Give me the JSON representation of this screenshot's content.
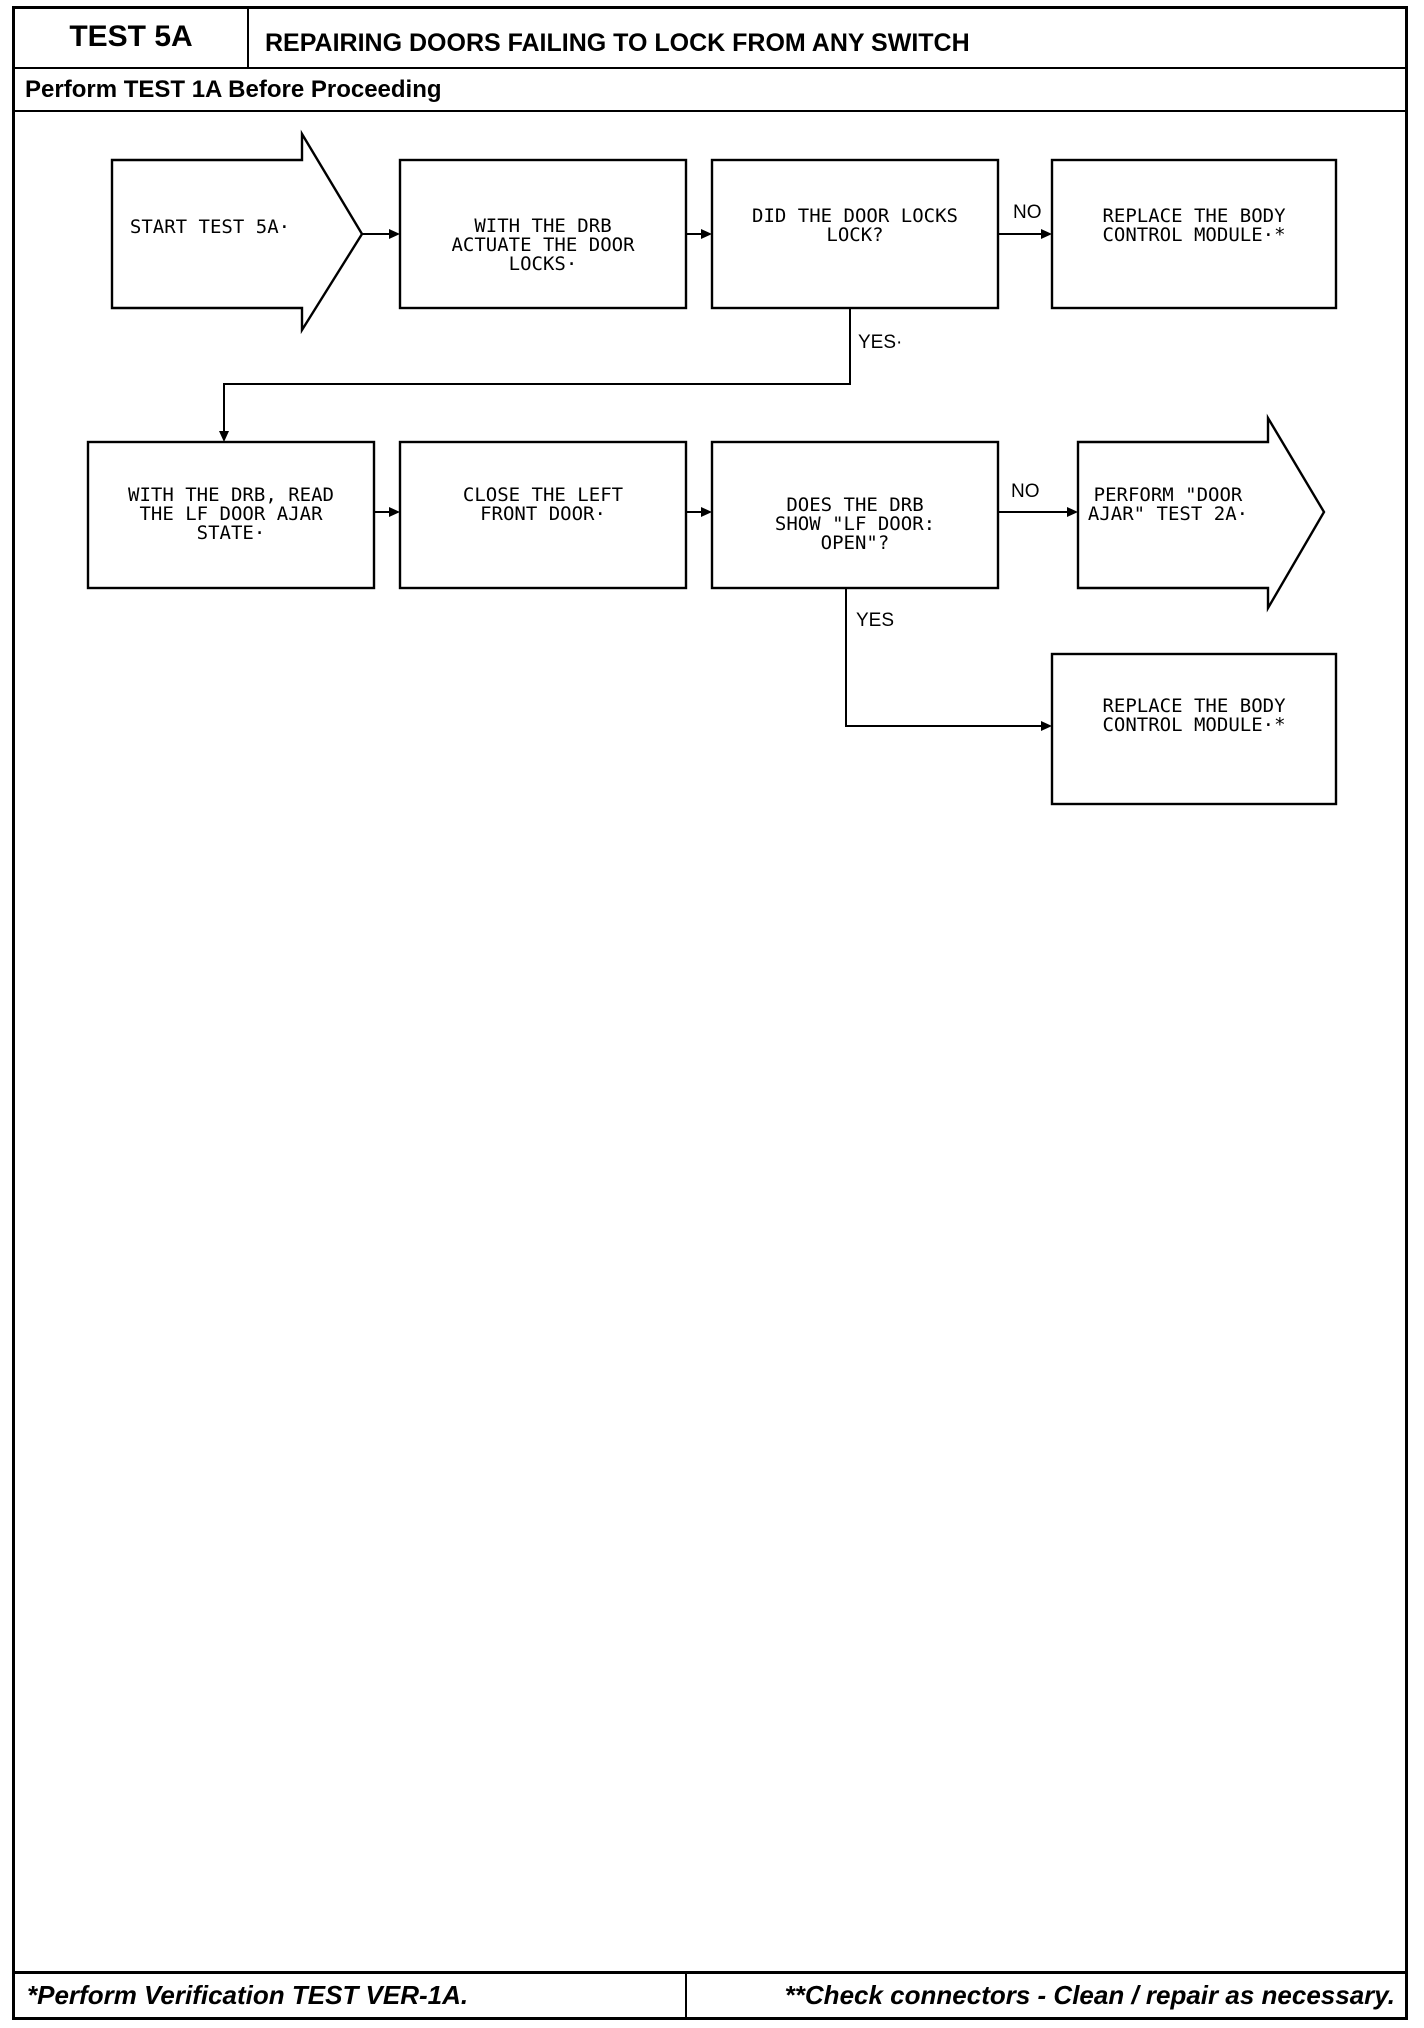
{
  "header": {
    "test_id": "TEST 5A",
    "title": "REPAIRING DOORS FAILING TO LOCK FROM ANY SWITCH",
    "prerequisite": "Perform TEST 1A Before Proceeding"
  },
  "flowchart": {
    "nodes": {
      "start": {
        "lines": [
          "START TEST 5A·"
        ]
      },
      "actuate": {
        "lines": [
          "WITH THE DRB",
          "ACTUATE THE DOOR",
          "LOCKS·"
        ]
      },
      "did_lock": {
        "lines": [
          "DID THE DOOR LOCKS",
          "LOCK?"
        ]
      },
      "replace_bcm_1": {
        "lines": [
          "REPLACE THE BODY",
          "CONTROL MODULE·*"
        ]
      },
      "read_ajar": {
        "lines": [
          "WITH THE DRB, READ",
          "THE LF DOOR AJAR",
          "STATE·"
        ]
      },
      "close_door": {
        "lines": [
          "CLOSE THE LEFT",
          "FRONT DOOR·"
        ]
      },
      "shows_open": {
        "lines": [
          "DOES THE DRB",
          "SHOW \"LF DOOR:",
          "OPEN\"?"
        ]
      },
      "perform_2a": {
        "lines": [
          "PERFORM \"DOOR",
          "AJAR\" TEST 2A·"
        ]
      },
      "replace_bcm_2": {
        "lines": [
          "REPLACE THE BODY",
          "CONTROL MODULE·*"
        ]
      }
    },
    "edge_labels": {
      "no_1": "NO",
      "yes_1": "YES·",
      "no_2": "NO",
      "yes_2": "YES"
    }
  },
  "footer": {
    "left_note": "*Perform Verification TEST VER-1A.",
    "right_note": "**Check connectors - Clean / repair as necessary."
  }
}
